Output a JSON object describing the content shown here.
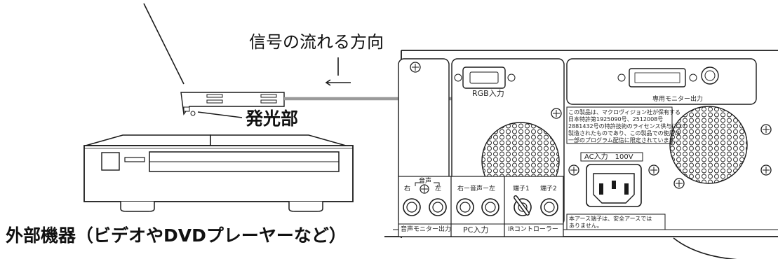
{
  "labels": {
    "signal_direction": "信号の流れる方向",
    "emitter": "発光部",
    "external_device": "外部機器（ビデオやDVDプレーヤーなど）"
  },
  "panel": {
    "rgb_input": "RGB入力",
    "monitor_output": "専用モニター出力",
    "ac_input": "AC入力　100V",
    "audio_label": "音声",
    "right": "右",
    "left": "左",
    "pc_audio": "右ー音声ー左",
    "terminal1": "端子1",
    "terminal2": "端子2",
    "audio_monitor_output": "音声モニター出力",
    "pc_input": "PC入力",
    "ir_controller": "IRコントローラー",
    "macrovision_notice": [
      "この製品は、マクロヴィジョン社が保有する",
      "日本特許第1925090号、2512008号",
      "2881432号の特許技術のライセンス供与により",
      "製造されたものであり、この製品での使用は",
      "一部のプログラム配信に限定されています。"
    ],
    "ground_notice": [
      "本アース端子は、安全アースでは",
      "ありません。"
    ]
  },
  "colors": {
    "cable": "#9a9a9a",
    "line": "#1a1a1a",
    "panel_fill": "#ffffff"
  }
}
